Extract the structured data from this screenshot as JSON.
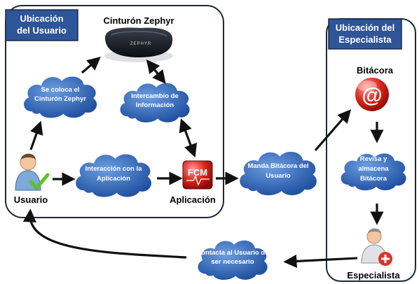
{
  "colors": {
    "cloud": "#2f64b8",
    "cloud_light": "#5a8fd6",
    "header_box": "#2e5597",
    "arrow": "#111111"
  },
  "user_area": {
    "title_line1": "Ubicación",
    "title_line2": "del Usuario"
  },
  "specialist_area": {
    "title_line1": "Ubicación del",
    "title_line2": "Especialista"
  },
  "nodes": {
    "zephyr_title": "Cinturón Zephyr",
    "device_text": "ZEPHYR",
    "usuario": "Usuario",
    "aplicacion": "Aplicación",
    "app_icon_text": "FCM",
    "bitacora": "Bitácora",
    "especialista": "Especialista"
  },
  "clouds": {
    "coloca": [
      "Se coloca el",
      "Cinturón Zephyr"
    ],
    "intercambio": [
      "Intercambio de",
      "Información"
    ],
    "interaccion": [
      "Interacción con la",
      "Aplicación"
    ],
    "manda": [
      "Manda Bitácora del",
      "Usuario"
    ],
    "revisa": [
      "Revisa y",
      "almacena",
      "Bitácora"
    ],
    "contacta": [
      "Contacta al Usuario de",
      "ser necesario"
    ]
  },
  "icons": {
    "device": "zephyr-belt-device-icon",
    "user": "user-check-icon",
    "app": "fcm-app-icon",
    "email": "at-sign-icon",
    "specialist": "user-plus-icon"
  }
}
